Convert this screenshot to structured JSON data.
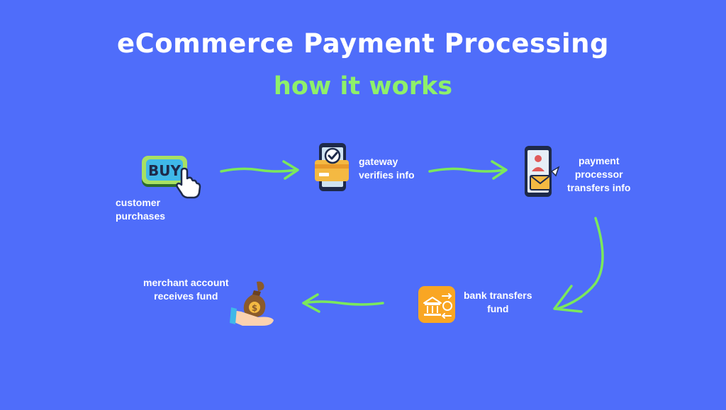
{
  "header": {
    "title": "eCommerce Payment Processing",
    "subtitle": "how it works"
  },
  "steps": [
    {
      "label": "customer\npurchases",
      "icon": "buy-button-icon"
    },
    {
      "label": "gateway\nverifies info",
      "icon": "phone-card-check-icon"
    },
    {
      "label": "payment\nprocessor\ntransfers info",
      "icon": "phone-envelope-icon"
    },
    {
      "label": "bank transfers\nfund",
      "icon": "bank-transfer-icon"
    },
    {
      "label": "merchant account\nreceives fund",
      "icon": "money-bag-hand-icon"
    }
  ],
  "icon_text": {
    "buy": "BUY",
    "coin": "$"
  },
  "colors": {
    "background": "#4F6DFA",
    "title": "#FFFFFF",
    "subtitle": "#8EF06A",
    "arrow": "#7BE85C"
  }
}
